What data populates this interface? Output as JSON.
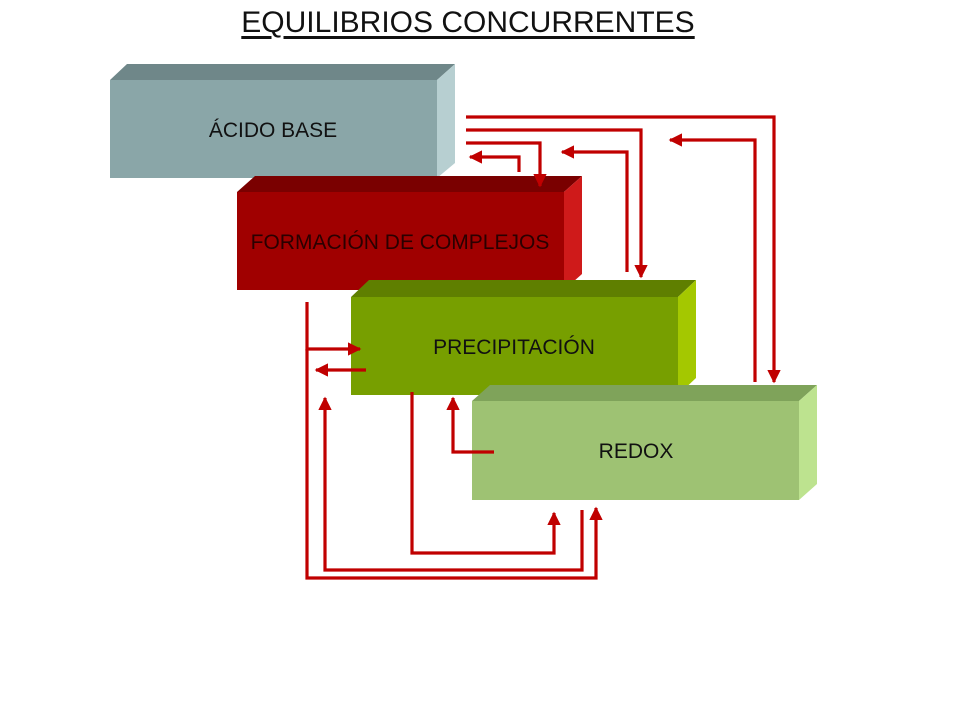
{
  "title": "EQUILIBRIOS CONCURRENTES",
  "boxes": {
    "acido_base": {
      "label": "ÁCIDO BASE",
      "color": "#8aa6a8"
    },
    "formacion_complejos": {
      "label": "FORMACIÓN DE COMPLEJOS",
      "color": "#a00000"
    },
    "precipitacion": {
      "label": "PRECIPITACIÓN",
      "color": "#779f00"
    },
    "redox": {
      "label": "REDOX",
      "color": "#9ec273"
    }
  },
  "arrow_color": "#c00000"
}
